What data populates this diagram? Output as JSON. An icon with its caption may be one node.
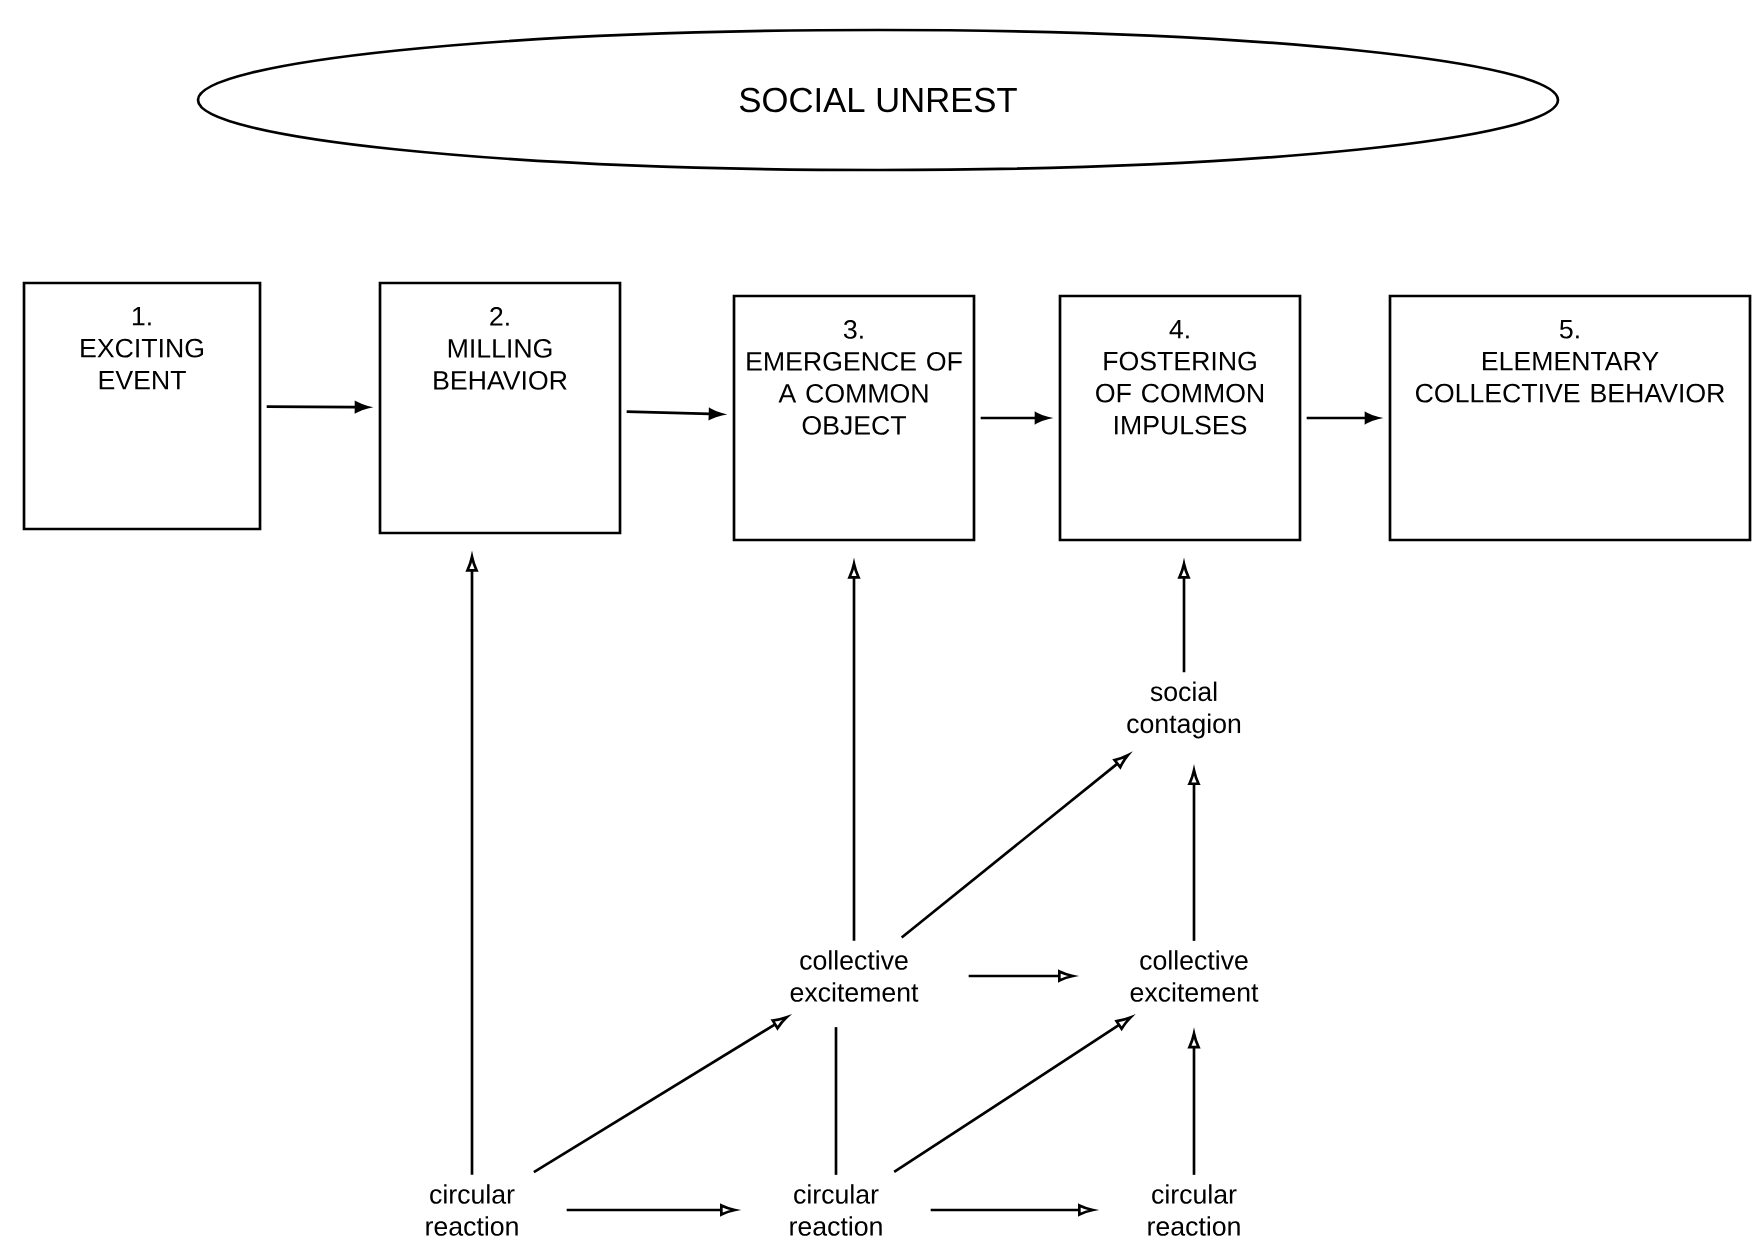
{
  "diagram": {
    "nodes": [
      {
        "text": [
          "SOCIAL UNREST"
        ]
      },
      {
        "text": [
          "1.",
          "EXCITING EVENT"
        ]
      },
      {
        "text": [
          "2.",
          "MILLING BEHAVIOR"
        ]
      },
      {
        "text": [
          "3.",
          "EMERGENCE OF A COMMON OBJECT"
        ]
      },
      {
        "text": [
          "4.",
          "FOSTERING OF COMMON IMPULSES"
        ]
      },
      {
        "text": [
          "5.",
          "ELEMENTARY COLLECTIVE BEHAVIOR"
        ]
      },
      {
        "text": [
          "social contagion"
        ]
      },
      {
        "text": [
          "collective excitement"
        ]
      },
      {
        "text": [
          "collective excitement"
        ]
      },
      {
        "text": [
          "circular reaction"
        ]
      },
      {
        "text": [
          "circular reaction"
        ]
      },
      {
        "text": [
          "circular reaction"
        ]
      }
    ],
    "edges": [
      {
        "from": 1,
        "to": 2,
        "arrow": "to"
      },
      {
        "from": 2,
        "to": 3,
        "arrow": "to"
      },
      {
        "from": 3,
        "to": 4,
        "arrow": "to"
      },
      {
        "from": 4,
        "to": 5,
        "arrow": "to"
      },
      {
        "from": 9,
        "to": 2,
        "arrow": "to"
      },
      {
        "from": 7,
        "to": 3,
        "arrow": "to"
      },
      {
        "from": 6,
        "to": 4,
        "arrow": "to"
      },
      {
        "from": 7,
        "to": 6,
        "arrow": "to"
      },
      {
        "from": 7,
        "to": 8,
        "arrow": "to"
      },
      {
        "from": 8,
        "to": 6,
        "arrow": "to"
      },
      {
        "from": 9,
        "to": 7,
        "arrow": "to"
      },
      {
        "from": 10,
        "to": 7,
        "arrow": "none"
      },
      {
        "from": 10,
        "to": 8,
        "arrow": "to"
      },
      {
        "from": 11,
        "to": 8,
        "arrow": "to"
      },
      {
        "from": 9,
        "to": 10,
        "arrow": "to"
      },
      {
        "from": 10,
        "to": 11,
        "arrow": "to"
      }
    ]
  }
}
